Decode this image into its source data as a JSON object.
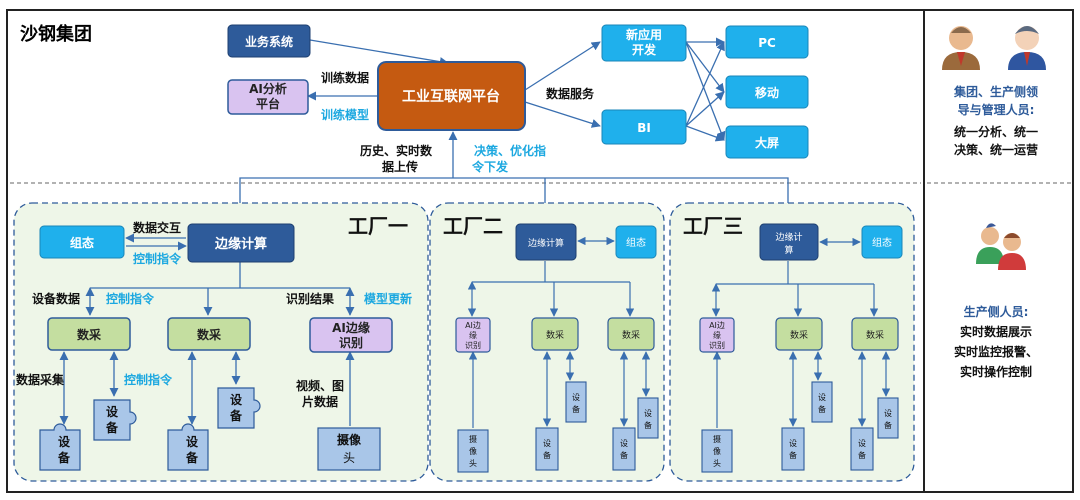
{
  "group_title": "沙钢集团",
  "top": {
    "biz_system": "业务系统",
    "ai_platform": [
      "AI分析",
      "平台"
    ],
    "platform": "工业互联网平台",
    "train_data": "训练数据",
    "train_model": "训练模型",
    "data_service": "数据服务",
    "new_app": [
      "新应用",
      "开发"
    ],
    "bi": "BI",
    "pc": "PC",
    "mobile": "移动",
    "big_screen": "大屏",
    "upload": [
      "历史、实时数",
      "据上传"
    ],
    "decision": [
      "决策、优化指",
      "令下发"
    ]
  },
  "factories": [
    {
      "name": "工厂一",
      "edge": "边缘计算",
      "config": "组态",
      "data_interact": "数据交互",
      "control_cmd": "控制指令",
      "device_data": "设备数据",
      "control_cmd2": "控制指令",
      "recog_result": "识别结果",
      "model_update": "模型更新",
      "collect1": "数采",
      "collect2": "数采",
      "ai_edge": [
        "AI边缘",
        "识别"
      ],
      "data_collect": "数据采集",
      "control_cmd3": "控制指令",
      "video_data": [
        "视频、图",
        "片数据"
      ],
      "device": [
        "设",
        "备"
      ],
      "camera": [
        "摄像",
        "头"
      ]
    },
    {
      "name": "工厂二",
      "edge": "边缘计算",
      "config": "组态",
      "ai_edge": [
        "AI边",
        "缘",
        "识别"
      ],
      "collect": "数采",
      "camera": [
        "摄",
        "像",
        "头"
      ],
      "device": [
        "设",
        "备"
      ]
    },
    {
      "name": "工厂三",
      "edge": [
        "边缘计",
        "算"
      ],
      "config": "组态",
      "ai_edge": [
        "AI边",
        "缘",
        "识别"
      ],
      "collect": "数采",
      "camera": [
        "摄",
        "像",
        "头"
      ],
      "device": [
        "设",
        "备"
      ]
    }
  ],
  "right_panel": {
    "leaders": [
      "集团、生产侧领",
      "导与管理人员:",
      "统一分析、统一",
      "决策、统一运营"
    ],
    "staff": [
      "生产侧人员:",
      "实时数据展示",
      "实时监控报警、",
      "实时操作控制"
    ]
  },
  "colors": {
    "dark_blue": "#2e5b9a",
    "light_blue": "#1fb0ec",
    "orange": "#c55a11",
    "purple": "#d9c3f0",
    "green": "#c4dea0",
    "device": "#a9c6e8",
    "cyan_text": "#1ca8e0",
    "bg_factory": "#eef6e8"
  }
}
